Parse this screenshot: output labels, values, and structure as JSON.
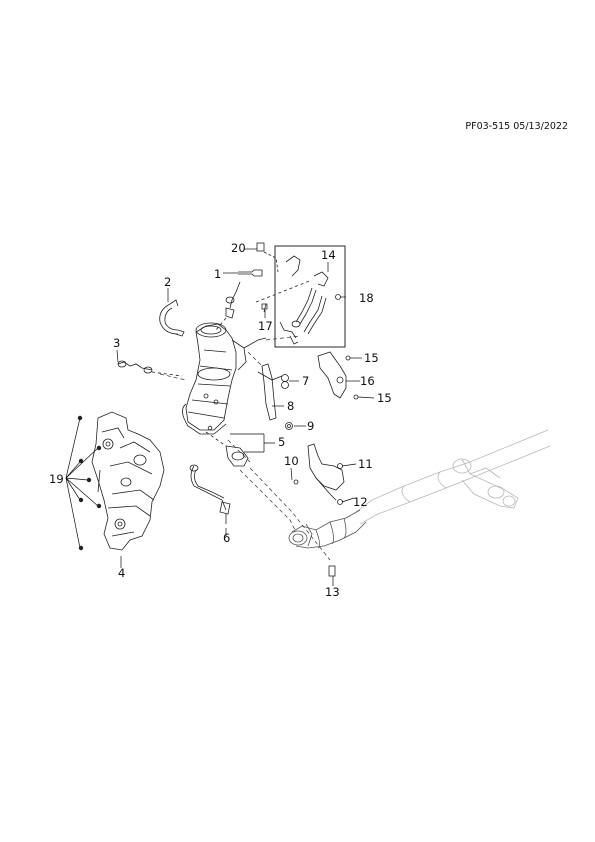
{
  "header": {
    "reference": "PF03-515 05/13/2022"
  },
  "callouts": {
    "c1": "1",
    "c2": "2",
    "c3": "3",
    "c4": "4",
    "c5": "5",
    "c6": "6",
    "c7": "7",
    "c8": "8",
    "c9": "9",
    "c10": "10",
    "c11": "11",
    "c12": "12",
    "c13": "13",
    "c14": "14",
    "c15a": "15",
    "c15b": "15",
    "c16": "16",
    "c17": "17",
    "c18": "18",
    "c19": "19",
    "c20": "20"
  },
  "colors": {
    "ink": "#1a1a1a",
    "line": "#333333",
    "faint": "#bbbbbb"
  }
}
